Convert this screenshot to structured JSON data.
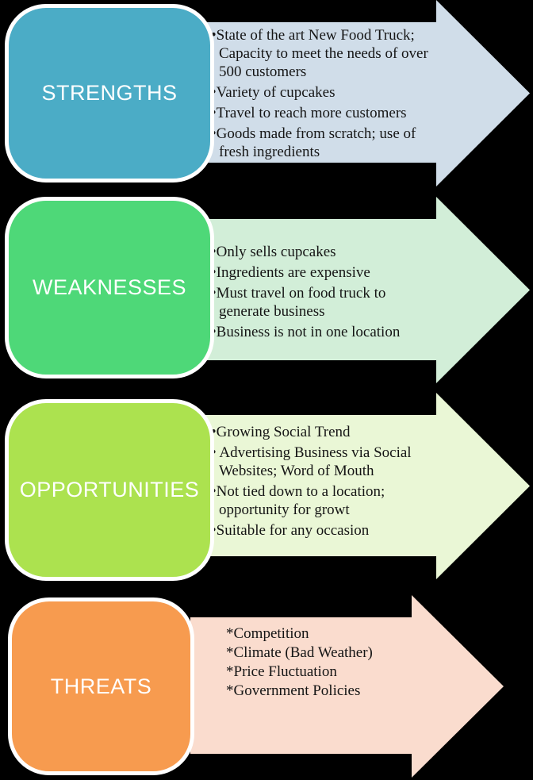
{
  "diagram": {
    "type": "swot-analysis",
    "background_color": "#000000",
    "box_border_color": "#ffffff",
    "label_text_color": "#ffffff",
    "bullet_text_color": "#151515"
  },
  "sections": [
    {
      "id": "strengths",
      "label": "STRENGTHS",
      "box_color": "#4bacc6",
      "arrow_color": "#d0dde9",
      "marker": "•",
      "bullets": [
        "State of the art New Food Truck; Capacity to meet the needs of over 500 customers",
        "Variety of cupcakes",
        "Travel to reach more customers",
        "Goods made from scratch; use of fresh ingredients"
      ]
    },
    {
      "id": "weaknesses",
      "label": "WEAKNESSES",
      "box_color": "#4ed878",
      "arrow_color": "#d2eed8",
      "marker": "•",
      "bullets": [
        "Only sells cupcakes",
        "Ingredients are expensive",
        "Must travel on food truck to generate business",
        "Business is not in one location"
      ]
    },
    {
      "id": "opportunities",
      "label": "OPPORTUNITIES",
      "box_color": "#ace24f",
      "arrow_color": "#eaf7d6",
      "marker": "•",
      "bullets": [
        "Growing Social Trend",
        "Advertising Business via Social Websites; Word of Mouth",
        "Not tied down to a location; opportunity for growt",
        "Suitable for any occasion"
      ]
    },
    {
      "id": "threats",
      "label": "THREATS",
      "box_color": "#f79b4f",
      "arrow_color": "#fadcce",
      "marker": "*",
      "bullets": [
        "Competition",
        "Climate (Bad Weather)",
        "Price Fluctuation",
        "Government Policies"
      ]
    }
  ]
}
